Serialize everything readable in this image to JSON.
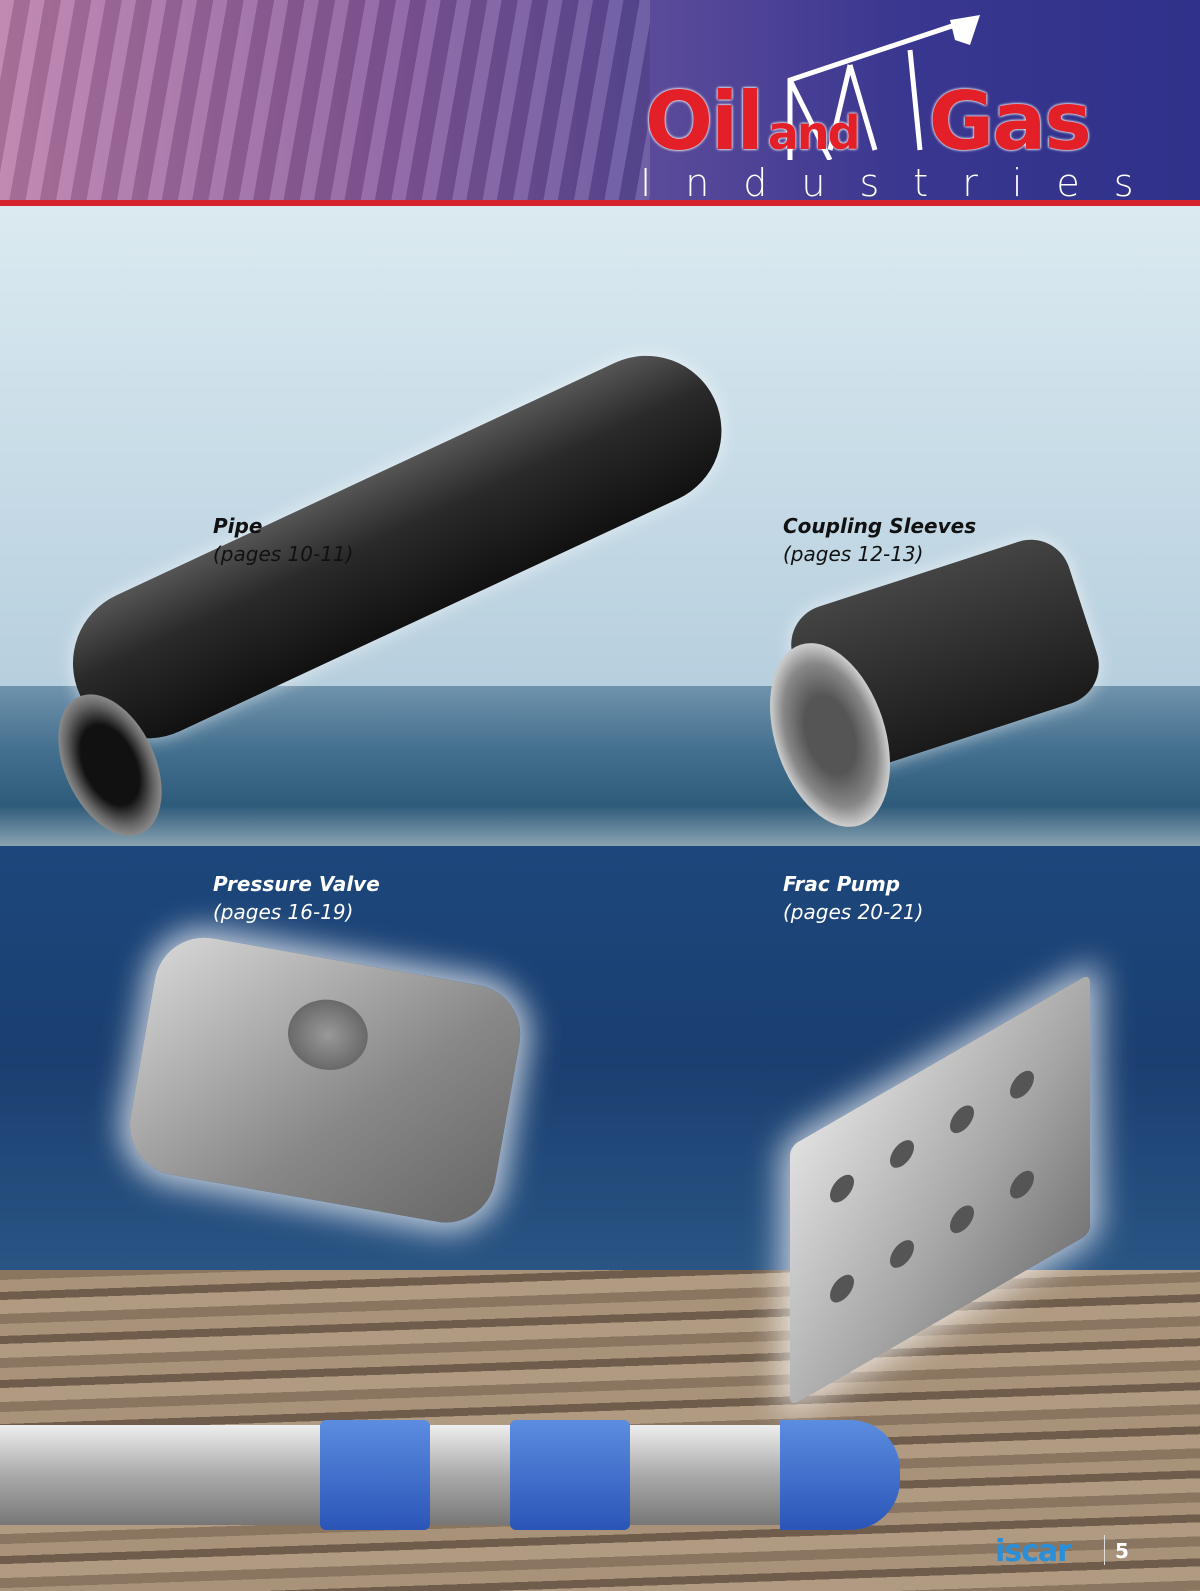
{
  "header": {
    "logo_main_1": "Oil",
    "logo_and": "and",
    "logo_main_2": "Gas",
    "logo_sub": "Industries"
  },
  "products": [
    {
      "name": "Pipe",
      "pages": "(pages 10-11)"
    },
    {
      "name": "Coupling Sleeves",
      "pages": "(pages 12-13)"
    },
    {
      "name": "Pressure Valve",
      "pages": "(pages 16-19)"
    },
    {
      "name": "Frac Pump",
      "pages": "(pages 20-21)"
    }
  ],
  "footer": {
    "brand_logo": "iscar",
    "page_number": "5"
  },
  "colors": {
    "header_blue": "#2f318a",
    "logo_red": "#e32027",
    "brand_blue": "#2a8fd8"
  }
}
